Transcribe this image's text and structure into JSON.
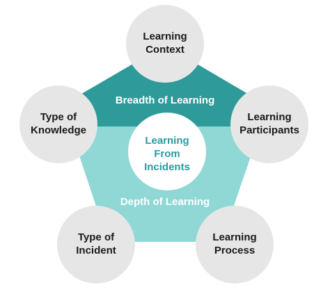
{
  "diagram": {
    "center": {
      "label": "Learning\nFrom\nIncidents"
    },
    "bands": {
      "breadth": "Breadth of Learning",
      "depth": "Depth of Learning"
    },
    "nodes": [
      {
        "id": "context",
        "label": "Learning\nContext"
      },
      {
        "id": "participants",
        "label": "Learning\nParticipants"
      },
      {
        "id": "process",
        "label": "Learning\nProcess"
      },
      {
        "id": "incident",
        "label": "Type of\nIncident"
      },
      {
        "id": "knowledge",
        "label": "Type of\nKnowledge"
      }
    ],
    "colors": {
      "breadth_band": "#2e9a99",
      "depth_band": "#8fd8d6",
      "node_circle": "#e6e6e6",
      "center_circle": "#ffffff",
      "center_text": "#2b9aa0"
    }
  }
}
